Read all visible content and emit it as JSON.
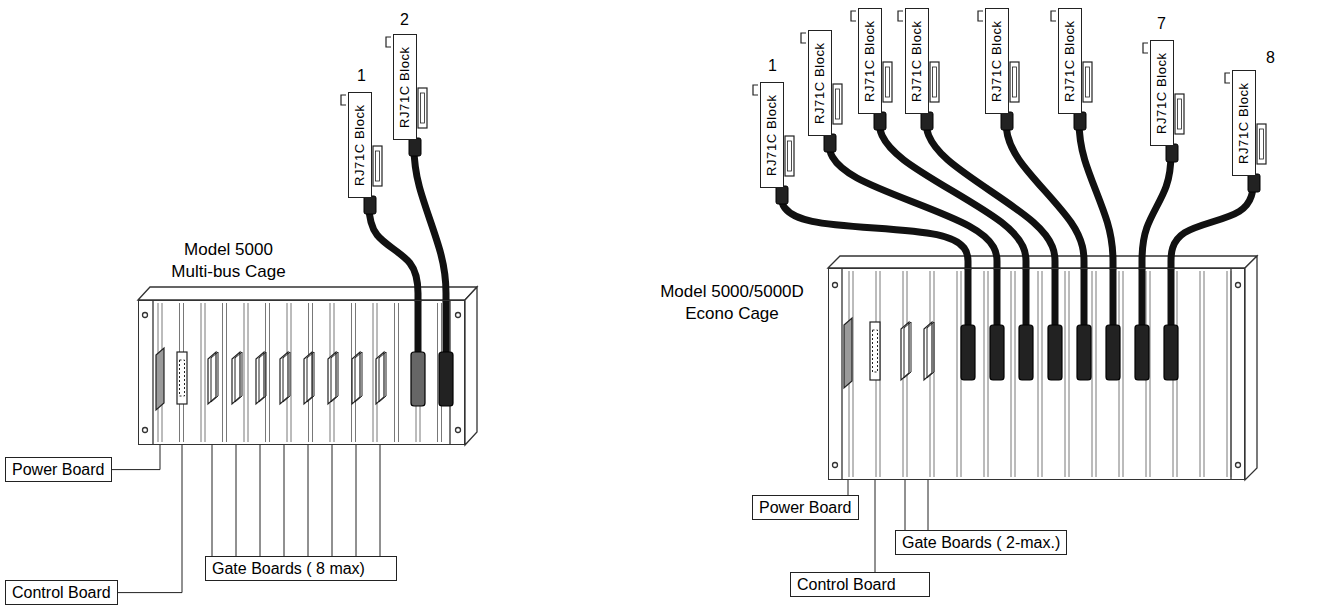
{
  "diagram": {
    "nodes": [
      {
        "text": [
          "Model 5000 Multi-bus Cage"
        ]
      },
      {
        "text": [
          "RJ71C Block"
        ]
      },
      {
        "text": [
          "RJ71C Block"
        ]
      },
      {
        "text": [
          "Power Board"
        ]
      },
      {
        "text": [
          "Control Board"
        ]
      },
      {
        "text": [
          "Gate Boards ( 8 max)"
        ]
      },
      {
        "text": [
          "Model 5000/5000D Econo Cage"
        ]
      },
      {
        "text": [
          "RJ71C Block"
        ]
      },
      {
        "text": [
          "RJ71C Block"
        ]
      },
      {
        "text": [
          "RJ71C Block"
        ]
      },
      {
        "text": [
          "RJ71C Block"
        ]
      },
      {
        "text": [
          "RJ71C Block"
        ]
      },
      {
        "text": [
          "RJ71C Block"
        ]
      },
      {
        "text": [
          "RJ71C Block"
        ]
      },
      {
        "text": [
          "RJ71C Block"
        ]
      },
      {
        "text": [
          "Power Board"
        ]
      },
      {
        "text": [
          "Gate Boards ( 2-max.)"
        ]
      },
      {
        "text": [
          "Control Board"
        ]
      }
    ],
    "edges": [
      {
        "from": 0,
        "to": 1,
        "arrow": "none"
      },
      {
        "from": 0,
        "to": 2,
        "arrow": "none"
      },
      {
        "from": 6,
        "to": 7,
        "arrow": "none"
      },
      {
        "from": 6,
        "to": 8,
        "arrow": "none"
      },
      {
        "from": 6,
        "to": 9,
        "arrow": "none"
      },
      {
        "from": 6,
        "to": 10,
        "arrow": "none"
      },
      {
        "from": 6,
        "to": 11,
        "arrow": "none"
      },
      {
        "from": 6,
        "to": 12,
        "arrow": "none"
      },
      {
        "from": 6,
        "to": 13,
        "arrow": "none"
      },
      {
        "from": 6,
        "to": 14,
        "arrow": "none"
      }
    ],
    "labels": [
      "1",
      "2",
      "1",
      "7",
      "8"
    ]
  }
}
